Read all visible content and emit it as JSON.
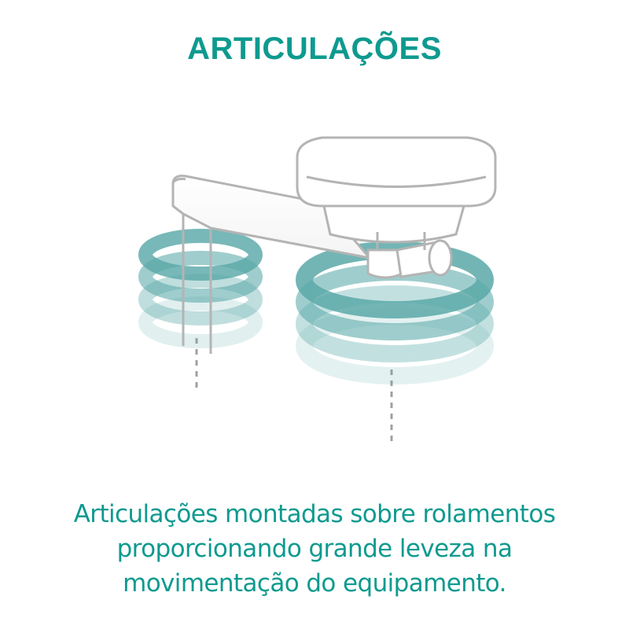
{
  "title": "ARTICULAÇÕES",
  "caption": {
    "line1": "Articulações montadas sobre rolamentos",
    "line2": "proporcionando grande leveza na",
    "line3": "movimentação do equipamento."
  },
  "colors": {
    "accent": "#0e9a8f",
    "ring": "#5aa8a8",
    "outline": "#b4b4b4"
  },
  "illustration": {
    "icon": "bearing-joint-arm-icon"
  }
}
